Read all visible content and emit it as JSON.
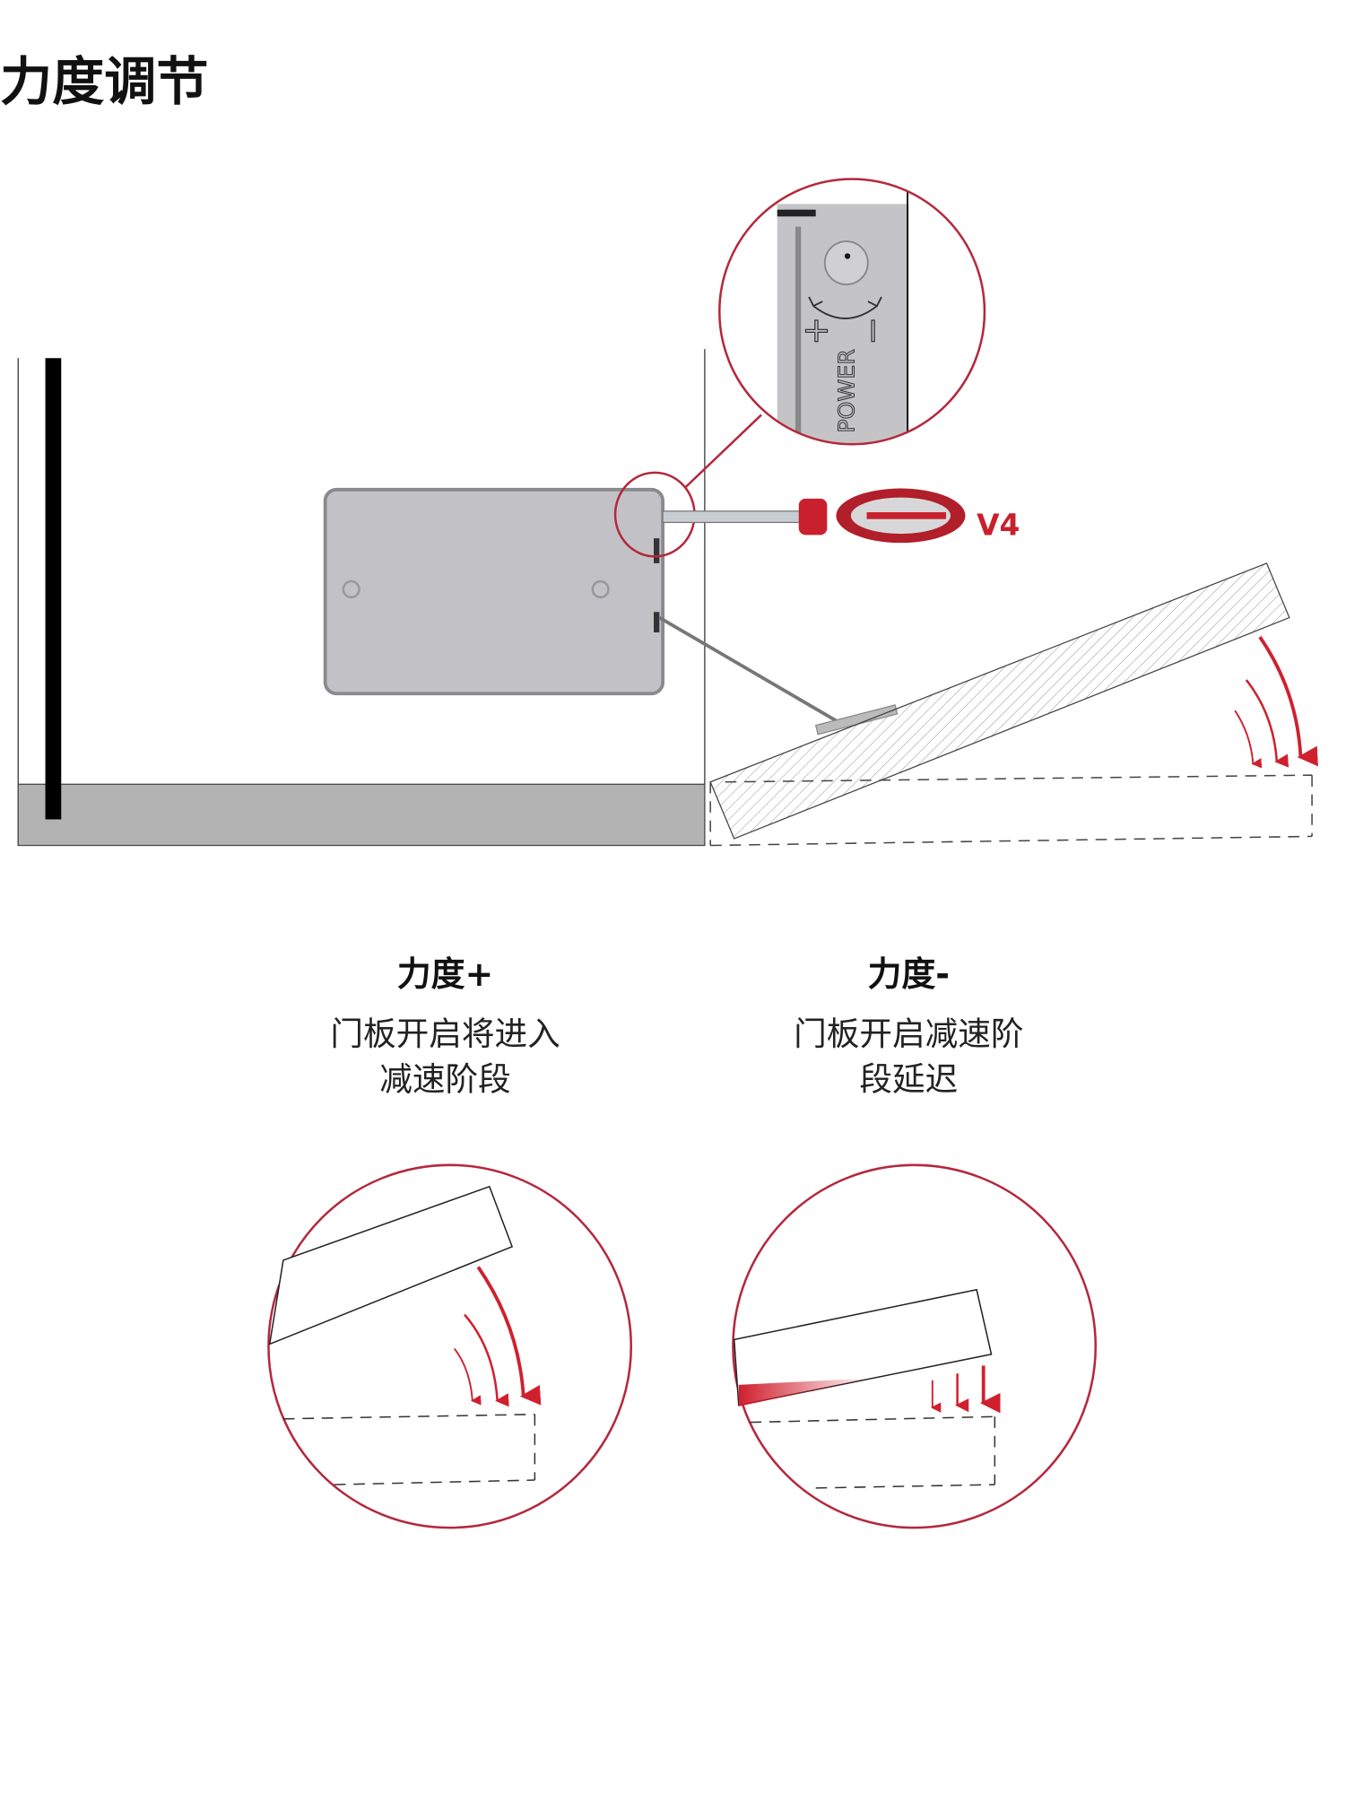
{
  "title": "力度调节",
  "detail": {
    "plus_symbol": "+",
    "minus_symbol": "−",
    "power_label": "POWER",
    "screwdriver_mark": "V4"
  },
  "captions": [
    {
      "heading": "力度+",
      "lines": [
        "门板开启将进入",
        "减速阶段"
      ]
    },
    {
      "heading": "力度-",
      "lines": [
        "门板开启减速阶",
        "段延迟"
      ]
    }
  ],
  "colors": {
    "accent_red": "#b4283c",
    "arrow_red": "#d0202e",
    "cabinet_gray": "#b3b3b3",
    "box_gray": "#c2c2c6"
  }
}
